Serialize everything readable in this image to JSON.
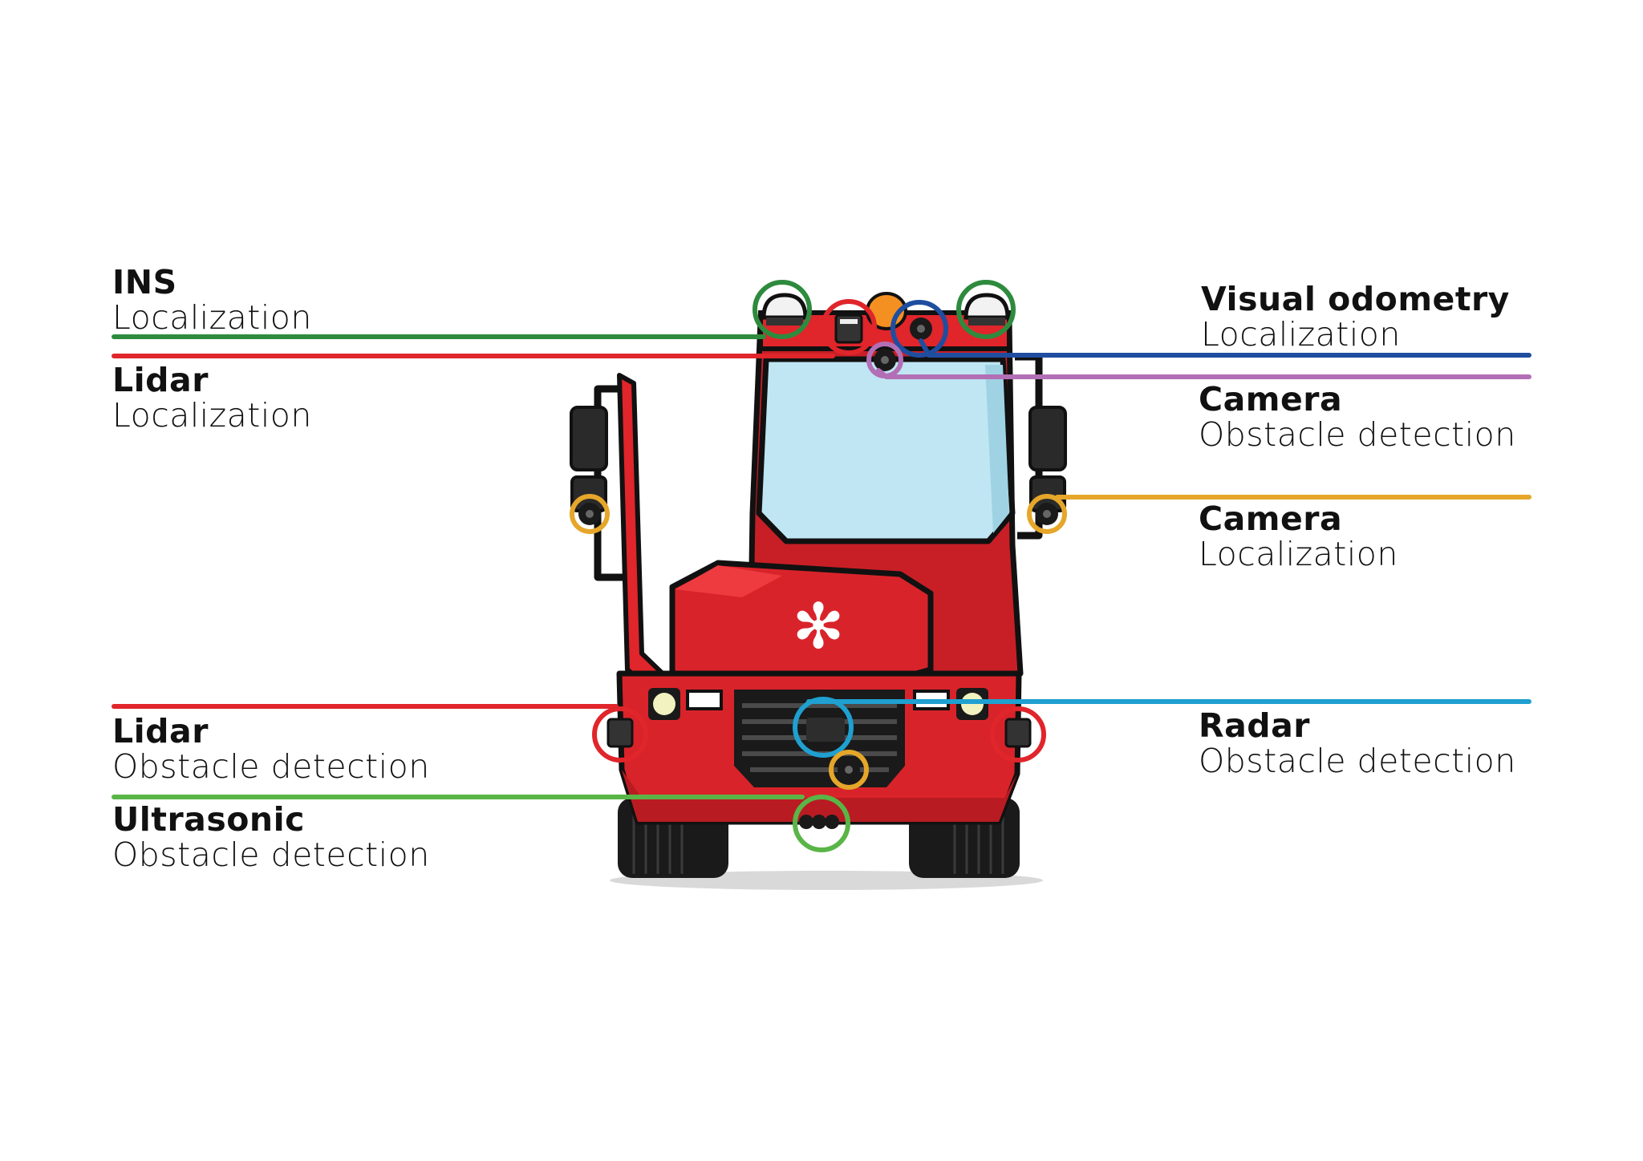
{
  "colors": {
    "ins": "#2e8b3e",
    "lidar": "#e0252b",
    "visual_odometry": "#1f4ea0",
    "camera_obstacle": "#b36fb5",
    "camera_localization": "#e5a62a",
    "radar": "#1fa0d0",
    "ultrasonic": "#5ab547",
    "body_red": "#e0252b",
    "body_dark": "#a01a1f",
    "glass": "#bfe6f2"
  },
  "logo_glyph": "✻",
  "sensors": {
    "ins": {
      "title": "INS",
      "subtitle": "Localization"
    },
    "lidar_top": {
      "title": "Lidar",
      "subtitle": "Localization"
    },
    "visual_odometry": {
      "title": "Visual odometry",
      "subtitle": "Localization"
    },
    "camera_obstacle": {
      "title": "Camera",
      "subtitle": "Obstacle detection"
    },
    "camera_localization": {
      "title": "Camera",
      "subtitle": "Localization"
    },
    "lidar_bottom": {
      "title": "Lidar",
      "subtitle": "Obstacle detection"
    },
    "radar": {
      "title": "Radar",
      "subtitle": "Obstacle detection"
    },
    "ultrasonic": {
      "title": "Ultrasonic",
      "subtitle": "Obstacle detection"
    }
  }
}
